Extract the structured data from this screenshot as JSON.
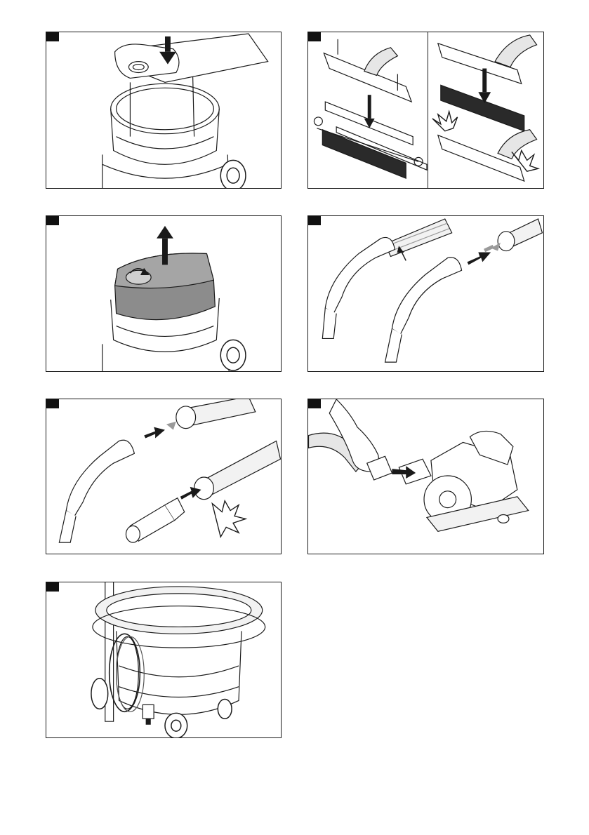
{
  "page": {
    "panel_count": 7
  },
  "panels": [
    {
      "id": "insert-filter-bag",
      "icons": [
        "arrow-down-icon",
        "container-icon",
        "filter-bag-icon",
        "wheel-icon"
      ]
    },
    {
      "id": "floor-nozzle-strip-change",
      "icons": [
        "arrow-down-icon",
        "floor-nozzle-icon",
        "brush-strip-icon",
        "rubber-strip-icon",
        "click-burst-icon"
      ]
    },
    {
      "id": "remove-motor-head",
      "icons": [
        "arrow-up-icon",
        "rotate-icon",
        "motor-head-icon",
        "wheel-icon"
      ]
    },
    {
      "id": "hose-handle-release",
      "icons": [
        "arrow-icon",
        "handle-icon",
        "hose-icon"
      ]
    },
    {
      "id": "hose-adapter-connect",
      "icons": [
        "arrow-icon",
        "handle-icon",
        "adapter-icon",
        "click-burst-icon"
      ]
    },
    {
      "id": "connect-power-tool",
      "icons": [
        "hand-icon",
        "arrow-right-icon",
        "circular-saw-icon",
        "hose-icon"
      ]
    },
    {
      "id": "storage-hose-cable",
      "icons": [
        "hose-icon",
        "cable-icon",
        "plug-icon",
        "wheel-icon"
      ]
    }
  ],
  "colors": {
    "line": "#1a1a1a",
    "shade": "#8c8c8c",
    "light-shade": "#d9d9d9",
    "arrow-grey": "#9a9a9a",
    "tab": "#111111"
  }
}
